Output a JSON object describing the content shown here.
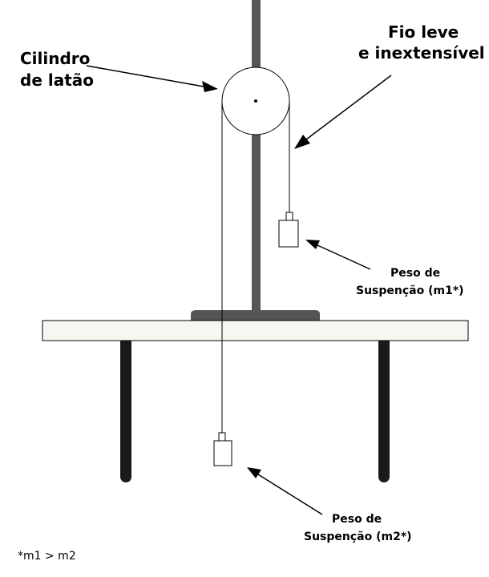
{
  "labels": {
    "cylinder_line1": "Cilindro",
    "cylinder_line2": "de latão",
    "string_line1": "Fio leve",
    "string_line2": "e inextensível",
    "weight1_line1": "Peso de",
    "weight1_line2": "Suspenção (m1*)",
    "weight2_line1": "Peso de",
    "weight2_line2": "Suspenção (m2*)",
    "footnote": "*m1 > m2"
  },
  "colors": {
    "stand": "#555555",
    "line": "#000000",
    "table_top": "#f7f7f2",
    "legs": "#1a1a1a"
  }
}
